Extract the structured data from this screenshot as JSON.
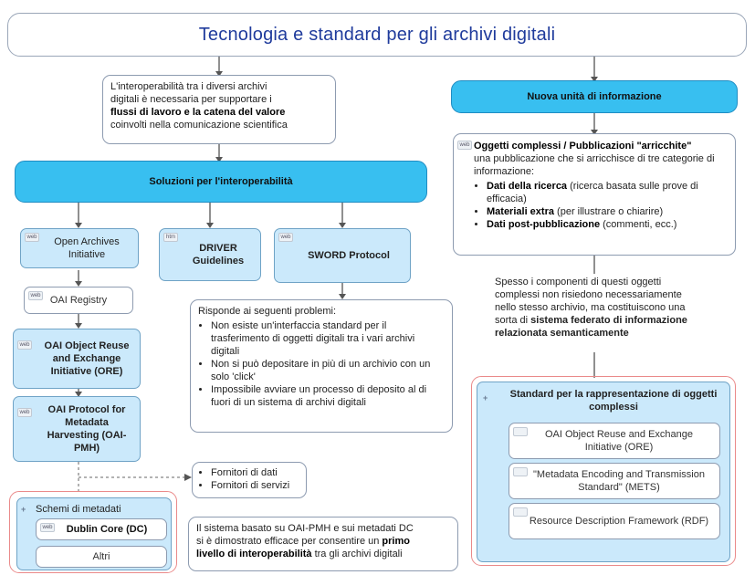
{
  "title": "Tecnologia e standard per gli archivi digitali",
  "intro": {
    "line1": "L'interoperabilità tra i diversi archivi",
    "line2": "digitali è necessaria per supportare i",
    "bold": "flussi di lavoro e la catena del valore",
    "line4": "coinvolti nella comunicazione scientifica"
  },
  "solutions": {
    "label": "Soluzioni per l'interoperabilità",
    "oai": {
      "tag": "web",
      "label": "Open Archives Initiative"
    },
    "oai_registry": {
      "tag": "web",
      "label": "OAI Registry"
    },
    "oai_ore": {
      "tag": "web",
      "label": "OAI Object Reuse and Exchange Initiative (ORE)"
    },
    "oai_pmh": {
      "tag": "web",
      "label": "OAI Protocol for Metadata Harvesting (OAI-PMH)"
    },
    "driver": {
      "tag": "htm",
      "label": "DRIVER Guidelines"
    },
    "sword": {
      "tag": "web",
      "label": "SWORD Protocol"
    }
  },
  "problems": {
    "heading": "Risponde ai seguenti problemi:",
    "items": [
      "Non esiste un'interfaccia standard per il trasferimento di oggetti digitali tra i vari archivi digitali",
      "Non si può depositare in più di un archivio con un solo 'click'",
      "Impossibile avviare un processo di deposito al di fuori di un sistema di archivi digitali"
    ]
  },
  "providers": {
    "items": [
      "Fornitori di dati",
      "Fornitori di servizi"
    ]
  },
  "schemas": {
    "expand": "+",
    "label": "Schemi di metadati",
    "dublin_core": {
      "tag": "web",
      "label": "Dublin Core (DC)"
    },
    "others": "Altri"
  },
  "pmh_note": {
    "line1": "Il sistema basato su OAI-PMH e sui metadati DC",
    "line2_pre": "si è dimostrato efficace per consentire un ",
    "bold1": "primo",
    "bold2": "livello di interoperabilità",
    "line3_post": " tra gli archivi digitali"
  },
  "new_unit": {
    "label": "Nuova unità di informazione"
  },
  "complex_objects": {
    "tag": "web",
    "heading": "Oggetti complessi / Pubblicazioni \"arricchite\"",
    "intro": "una pubblicazione che si arricchisce di tre categorie di informazione:",
    "items": [
      {
        "bold": "Dati della ricerca",
        "rest": " (ricerca basata sulle prove di efficacia)"
      },
      {
        "bold": "Materiali extra",
        "rest": " (per illustrare o chiarire)"
      },
      {
        "bold": "Dati post-pubblicazione",
        "rest": " (commenti, ecc.)"
      }
    ]
  },
  "federated_note": {
    "text": "Spesso i componenti di questi oggetti complessi non risiedono necessariamente nello stesso archivio, ma costituiscono una sorta di ",
    "bold": "sistema federato di informazione relazionata semanticamente"
  },
  "standards": {
    "expand": "+",
    "label": "Standard per la rappresentazione di oggetti complessi",
    "items": [
      "OAI Object Reuse and Exchange Initiative (ORE)",
      "\"Metadata Encoding and Transmission Standard\" (METS)",
      "Resource Description Framework (RDF)"
    ]
  }
}
